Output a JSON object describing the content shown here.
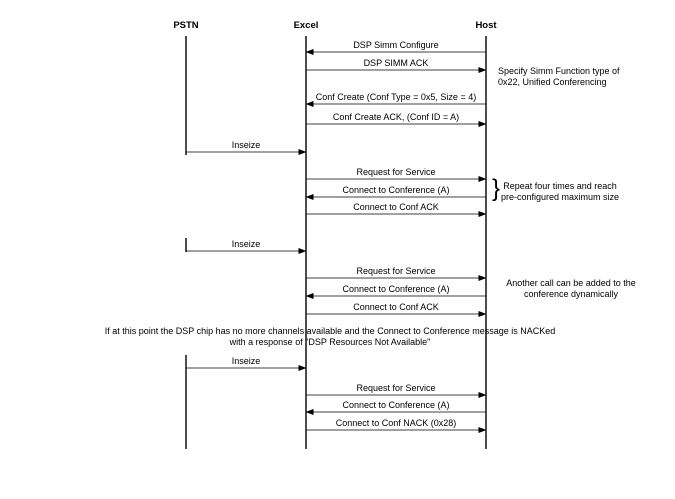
{
  "diagram": {
    "participants": [
      {
        "id": "pstn",
        "label": "PSTN"
      },
      {
        "id": "excel",
        "label": "Excel"
      },
      {
        "id": "host",
        "label": "Host"
      }
    ],
    "messages": [
      {
        "label": "DSP Simm Configure",
        "from": "host",
        "to": "excel"
      },
      {
        "label": "DSP SIMM ACK",
        "from": "excel",
        "to": "host"
      },
      {
        "label": "Conf Create (Conf Type = 0x5, Size = 4)",
        "from": "host",
        "to": "excel"
      },
      {
        "label": "Conf Create ACK, (Conf ID = A)",
        "from": "excel",
        "to": "host"
      },
      {
        "label": "Inseize",
        "from": "pstn",
        "to": "excel"
      },
      {
        "label": "Request for Service",
        "from": "excel",
        "to": "host"
      },
      {
        "label": "Connect to Conference (A)",
        "from": "host",
        "to": "excel"
      },
      {
        "label": "Connect to Conf ACK",
        "from": "excel",
        "to": "host"
      },
      {
        "label": "Inseize",
        "from": "pstn",
        "to": "excel"
      },
      {
        "label": "Request for Service",
        "from": "excel",
        "to": "host"
      },
      {
        "label": "Connect to Conference (A)",
        "from": "host",
        "to": "excel"
      },
      {
        "label": "Connect to Conf ACK",
        "from": "excel",
        "to": "host"
      },
      {
        "label": "Inseize",
        "from": "pstn",
        "to": "excel"
      },
      {
        "label": "Request for Service",
        "from": "excel",
        "to": "host"
      },
      {
        "label": "Connect to Conference (A)",
        "from": "host",
        "to": "excel"
      },
      {
        "label": "Connect to Conf NACK (0x28)",
        "from": "excel",
        "to": "host"
      }
    ],
    "notes": [
      {
        "lines": [
          "Specify Simm Function type of",
          "0x22, Unified Conferencing"
        ]
      },
      {
        "lines": [
          "Repeat four times and reach",
          "pre-configured maximum size"
        ]
      },
      {
        "lines": [
          "Another call can be added to the",
          "conference dynamically"
        ]
      }
    ],
    "brace": "}",
    "caption": [
      "If at this point the DSP chip has no more channels available and the Connect to Conference message is NACKed",
      "with a response of \"DSP Resources Not Available\""
    ]
  }
}
